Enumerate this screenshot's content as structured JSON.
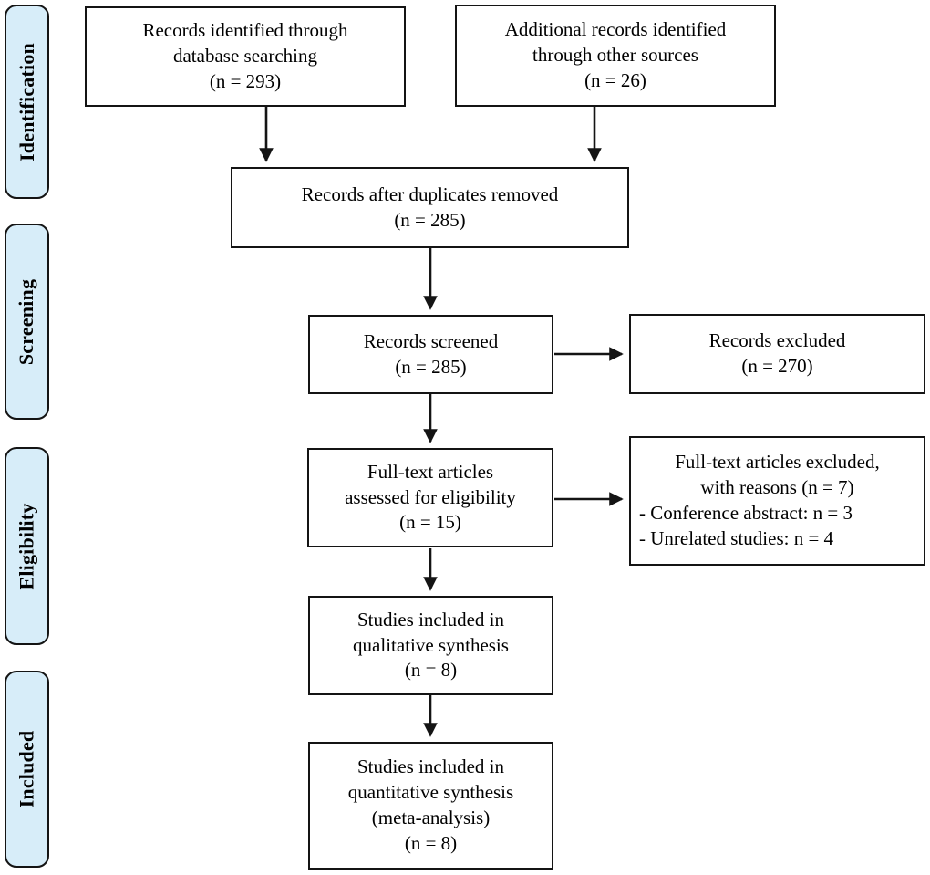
{
  "stages": [
    {
      "label": "Identification"
    },
    {
      "label": "Screening"
    },
    {
      "label": "Eligibility"
    },
    {
      "label": "Included"
    }
  ],
  "boxes": {
    "identified_database": {
      "text": "Records identified through\ndatabase searching\n(n = 293)"
    },
    "identified_other": {
      "text": "Additional records identified\nthrough other sources\n(n = 26)"
    },
    "after_duplicates": {
      "text": "Records after duplicates removed\n(n = 285)"
    },
    "screened": {
      "text": "Records screened\n(n = 285)"
    },
    "records_excluded": {
      "text": "Records excluded\n(n = 270)"
    },
    "fulltext_assessed": {
      "text": "Full-text articles\nassessed for eligibility\n(n = 15)"
    },
    "fulltext_excluded": {
      "head": "Full-text articles excluded,\nwith reasons (n = 7)",
      "reasons": "- Conference abstract: n = 3\n- Unrelated studies: n = 4"
    },
    "qualitative_synthesis": {
      "text": "Studies included in\nqualitative synthesis\n(n = 8)"
    },
    "quantitative_synthesis": {
      "text": "Studies included in\nquantitative synthesis\n(meta-analysis)\n(n = 8)"
    }
  },
  "colors": {
    "stage_fill": "#d7edf9",
    "border": "#141414",
    "text": "#000000",
    "background": "#ffffff"
  }
}
